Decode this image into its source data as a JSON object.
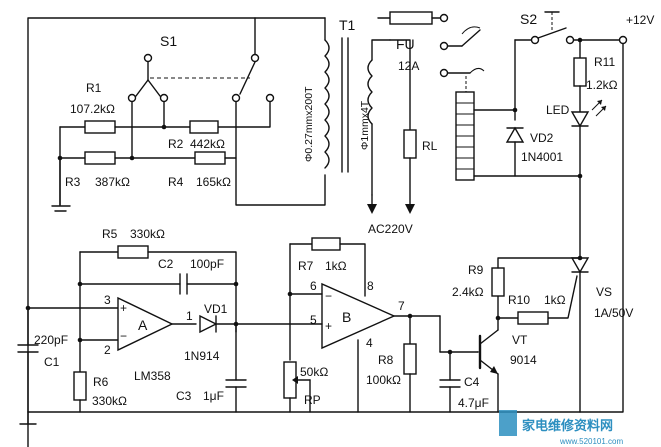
{
  "labels": {
    "T1": "T1",
    "S1": "S1",
    "FU": "FU",
    "FU_rating": "12A",
    "S2": "S2",
    "vplus": "+12V",
    "R1": "R1",
    "R1_val": "107.2kΩ",
    "R2": "R2",
    "R2_val": "442kΩ",
    "R3": "R3",
    "R3_val": "387kΩ",
    "R4": "R4",
    "R4_val": "165kΩ",
    "prim_winding": "Φ0.27mmx200T",
    "sec_winding": "Φ1mmx4T",
    "RL": "RL",
    "AC": "AC220V",
    "R11": "R11",
    "R11_val": "1.2kΩ",
    "LED": "LED",
    "VD2": "VD2",
    "VD2_type": "1N4001",
    "R5": "R5",
    "R5_val": "330kΩ",
    "C2": "C2",
    "C2_val": "100pF",
    "R7": "R7",
    "R7_val": "1kΩ",
    "R9": "R9",
    "R9_val": "2.4kΩ",
    "R10": "R10",
    "R10_val": "1kΩ",
    "VS": "VS",
    "VS_val": "1A/50V",
    "VT": "VT",
    "VT_type": "9014",
    "VD1": "VD1",
    "VD1_type": "1N914",
    "C1_val": "220pF",
    "C1": "C1",
    "R6": "R6",
    "R6_val": "330kΩ",
    "LM358": "LM358",
    "C3": "C3",
    "C3_val": "1μF",
    "RP_val": "50kΩ",
    "RP": "RP",
    "R8": "R8",
    "R8_val": "100kΩ",
    "C4": "C4",
    "C4_val": "4.7μF",
    "opA": "A",
    "opB": "B",
    "pin1": "1",
    "pin2": "2",
    "pin3": "3",
    "pin4": "4",
    "pin5": "5",
    "pin6": "6",
    "pin7": "7",
    "pin8": "8",
    "minusA": "−",
    "plusA": "+",
    "minusB": "−",
    "plusB": "+",
    "watermark": "家电维修资料网",
    "watermark_url": "www.520101.com"
  }
}
